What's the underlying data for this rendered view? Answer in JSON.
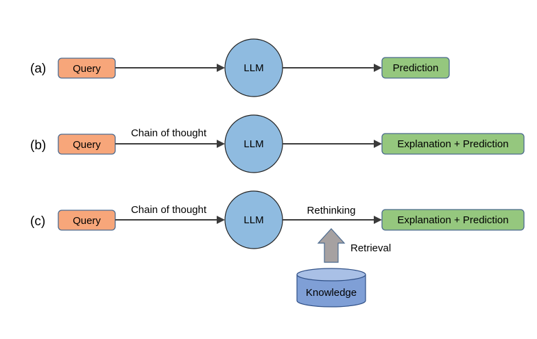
{
  "rows": [
    {
      "label": "(a)",
      "query": "Query",
      "input_edge_label": "",
      "llm": "LLM",
      "output_edge_label": "",
      "output": "Prediction"
    },
    {
      "label": "(b)",
      "query": "Query",
      "input_edge_label": "Chain of thought",
      "llm": "LLM",
      "output_edge_label": "",
      "output": "Explanation + Prediction"
    },
    {
      "label": "(c)",
      "query": "Query",
      "input_edge_label": "Chain of thought",
      "llm": "LLM",
      "output_edge_label": "Rethinking",
      "output": "Explanation + Prediction"
    }
  ],
  "retrieval": {
    "arrow_label": "Retrieval",
    "source": "Knowledge"
  },
  "colors": {
    "query_fill": "#f7a67a",
    "llm_fill": "#8fbbe0",
    "output_fill": "#95c77e",
    "knowledge_fill": "#7f9fd6",
    "retrieval_arrow_fill": "#a6a1a1"
  }
}
